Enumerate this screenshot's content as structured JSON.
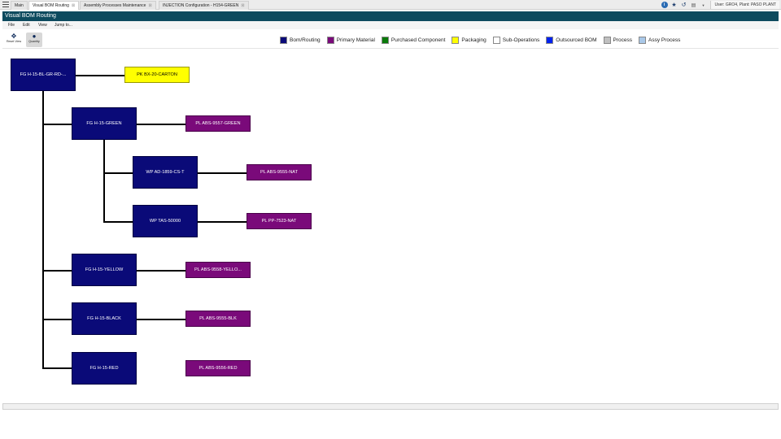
{
  "tabs": [
    {
      "label": "Main",
      "closable": false
    },
    {
      "label": "Visual BOM Routing",
      "closable": true
    },
    {
      "label": "Assembly Processes Maintenance",
      "closable": true
    },
    {
      "label": "INJECTION Configuration - H154-GREEN",
      "closable": true
    }
  ],
  "tab_close_glyph": "⊠",
  "active_tab_index": 1,
  "header_icons": [
    "info-icon",
    "star-icon",
    "history-icon",
    "print-icon",
    "caret-down-icon"
  ],
  "user_info": "User: GRO4, Plant: PASO PLANT",
  "window_title": "Visual BOM Routing",
  "menu": [
    "File",
    "Edit",
    "View",
    "Jump to..."
  ],
  "toolbar": {
    "reset_view": "Reset View",
    "quantity": "Quantity"
  },
  "legend": [
    {
      "label": "Bom/Routing",
      "color": "#0a0a78"
    },
    {
      "label": "Primary Material",
      "color": "#7a0a7a"
    },
    {
      "label": "Purchased Component",
      "color": "#0a7a0a"
    },
    {
      "label": "Packaging",
      "color": "#ffff00"
    },
    {
      "label": "Sub-Operations",
      "color": "#ffffff"
    },
    {
      "label": "Outsourced BOM",
      "color": "#0022ee"
    },
    {
      "label": "Process",
      "color": "#c0c0c0"
    },
    {
      "label": "Assy Process",
      "color": "#a9c8e8"
    }
  ],
  "nodes": {
    "root": {
      "label": "FG H-15-BL-GR-RD-...",
      "type": "bom"
    },
    "pk_carton": {
      "label": "PK BX-20-CARTON",
      "type": "packaging"
    },
    "fg_green": {
      "label": "FG H-15-GREEN",
      "type": "bom"
    },
    "pl_green": {
      "label": "PL ABS-9557-GREEN",
      "type": "primary"
    },
    "wp_ad": {
      "label": "WP AD-1859-CS-T",
      "type": "bom"
    },
    "pl_nat": {
      "label": "PL ABS-9555-NAT",
      "type": "primary"
    },
    "wp_tas": {
      "label": "WP TAS-50000",
      "type": "bom"
    },
    "pl_pp": {
      "label": "PL PP-7523-NAT",
      "type": "primary"
    },
    "fg_yellow": {
      "label": "FG H-15-YELLOW",
      "type": "bom"
    },
    "pl_yellow": {
      "label": "PL ABS-9558-YELLO...",
      "type": "primary"
    },
    "fg_black": {
      "label": "FG H-15-BLACK",
      "type": "bom"
    },
    "pl_blk": {
      "label": "PL ABS-9555-BLK",
      "type": "primary"
    },
    "fg_red": {
      "label": "FG H-15-RED",
      "type": "bom"
    },
    "pl_red": {
      "label": "PL ABS-9556-RED",
      "type": "primary"
    }
  }
}
